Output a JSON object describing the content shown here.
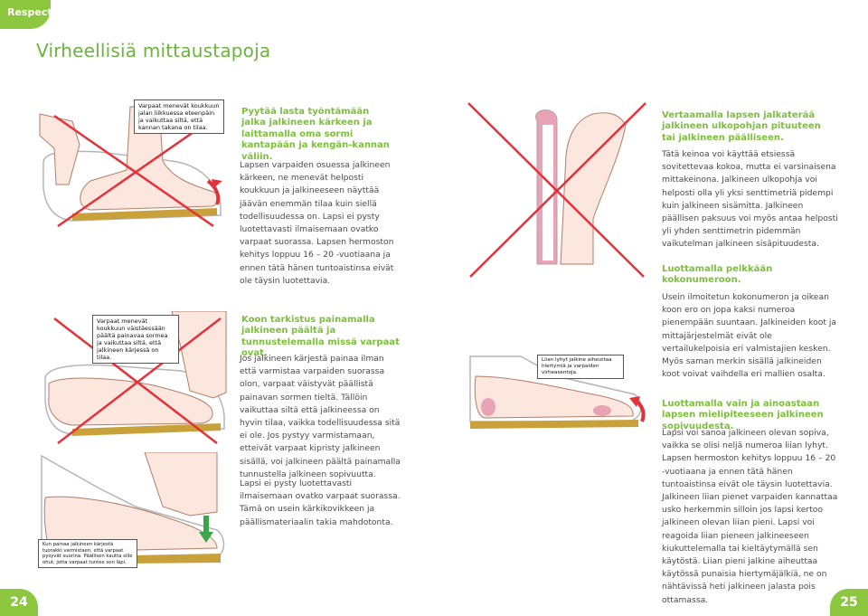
{
  "tab": "Respecta",
  "title": "Virheellisiä mittaustapoja",
  "pages": {
    "left": "24",
    "right": "25"
  },
  "col1": {
    "heading": "Pyytää lasta työntämään jalka jalkineen kärkeen ja laittamalla oma sormi kantapään ja kengän-kannan väliin.",
    "body": "Lapsen varpaiden osuessa jalkineen kärkeen, ne menevät helposti koukkuun ja jalkineeseen näyttää jäävän enemmän tilaa kuin siellä todellisuudessa on. Lapsi ei pysty luotettavasti ilmaisemaan ovatko varpaat suorassa. Lapsen hermoston kehitys loppuu 16 – 20 -vuotiaana ja ennen tätä hänen tuntoaistinsa eivät ole täysin luotettavia."
  },
  "col2": {
    "heading": "Koon tarkistus painamalla jalkineen päältä ja tunnustelemalla missä varpaat ovat.",
    "body1": "Jos jalkineen kärjestä painaa ilman että varmistaa varpaiden suorassa olon, varpaat väistyvät päällistä painavan sormen tieltä. Tällöin vaikuttaa siltä että jalkineessa on hyvin tilaa, vaikka todellisuudessa sitä ei ole. Jos pystyy varmistamaan, etteivät varpaat kipristy jalkineen sisällä, voi jalkineen päältä painamalla tunnustella jalkineen sopivuutta.",
    "body2": "Lapsi ei pysty luotettavasti ilmaisemaan ovatko varpaat suorassa. Tämä on usein kärkikovikkeen ja päällismateriaalin takia mahdotonta."
  },
  "col3": {
    "h1": "Vertaamalla lapsen jalkaterää jalkineen ulkopohjan pituuteen tai jalkineen päälliseen.",
    "p1": "Tätä keinoa voi käyttää etsiessä sovitettevaa kokoa, mutta ei varsinaisena mittakeinona. Jalkineen ulkopohja voi helposti olla yli yksi senttimetriä pidempi kuin jalkineen sisämitta. Jalkineen päällisen paksuus voi myös antaa helposti yli yhden senttimetrin pidemmän vaikutelman jalkineen sisäpituudesta.",
    "h2": "Luottamalla pelkkään kokonumeroon.",
    "p2": "Usein ilmoitetun kokonumeron ja oikean koon ero on jopa kaksi numeroa pienempään suuntaan. Jalkineiden koot ja mittajärjestelmät eivät ole vertailukelpoisia eri valmistajien kesken. Myös saman merkin sisällä jalkineiden koot voivat vaihdella eri mallien osalta.",
    "h3": "Luottamalla vain ja ainoastaan lapsen mielipiteeseen jalkineen sopivuudesta.",
    "p3": "Lapsi voi sanoa jalkineen olevan sopiva, vaikka se olisi neljä numeroa liian lyhyt. Lapsen hermoston kehitys loppuu 16 – 20 -vuotiaana ja ennen tätä hänen tuntoaistinsa eivät ole täysin luotettavia. Jalkineen liian pienet varpaiden kannattaa usko herkemmin silloin jos lapsi kertoo jalkineen olevan liian pieni. Lapsi voi reagoida liian pieneen jalkineeseen kiukuttelemalla tai kieltäytymällä sen käytöstä. Liian pieni jalkine aiheuttaa käytössä punaisia hiertymäjälkiä, ne on nähtävissä heti jalkineen jalasta pois ottamassa."
  },
  "callouts": {
    "c1": "Varpaat menevät koukkuun jalan liikkuessa eteenpäin ja vaikuttaa siltä, että kannan takana on tilaa.",
    "c2": "Varpaat menevät koukkuun väistäessään päältä painavaa sormea ja vaikuttaa siltä, että jalkineen kärjessä on tilaa.",
    "c3": "Kun painaa jalkineen kärjestä tuorakki varmistaen, että varpaat pysyvät suorina. Päällisen kautta sille ohut, jotta varpaat tuntee sen läpi.",
    "c4": "Liian lyhyt jalkine aiheuttaa hiertymiä ja varpaiden virheasentoja."
  },
  "colors": {
    "accent": "#8dc63f",
    "cross": "#e2333b",
    "insole": "#c9a13a",
    "skin": "#f4d9ce",
    "pink": "#e8a4b6"
  },
  "icons": [
    "red-curved-arrow-icon",
    "green-down-arrow-icon",
    "red-cross-icon"
  ]
}
